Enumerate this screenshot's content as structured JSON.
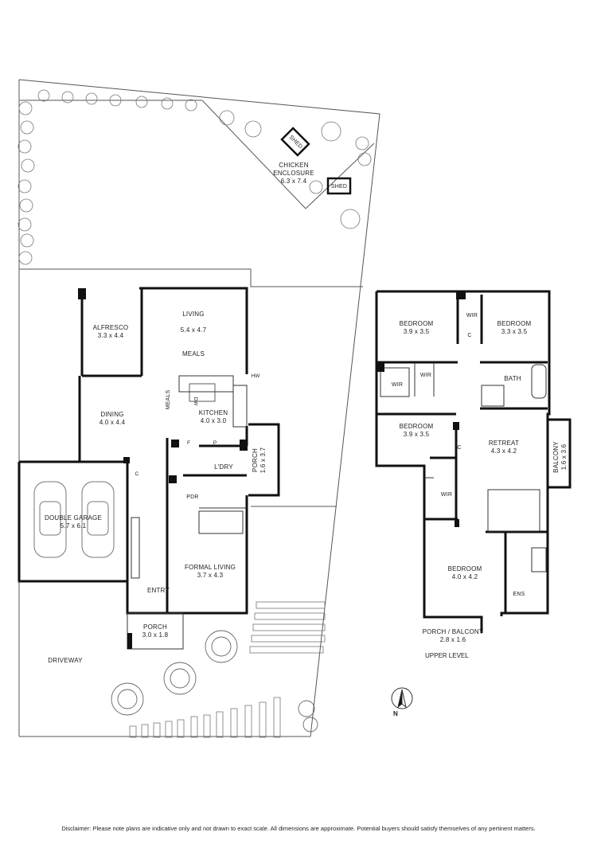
{
  "ground": {
    "chicken_enclosure": {
      "name": "CHICKEN\nENCLOSURE",
      "dim": "6.3 x 7.4"
    },
    "shed_label": "SHED",
    "alfresco": {
      "name": "ALFRESCO",
      "dim": "3.3 x 4.4"
    },
    "living": {
      "name": "LIVING",
      "dim": "5.4 x 4.7"
    },
    "meals_label": "MEALS",
    "meals_island_label": "MEALS",
    "dining": {
      "name": "DINING",
      "dim": "4.0 x 4.4"
    },
    "kitchen": {
      "name": "KITCHEN",
      "dim": "4.0 x 3.0"
    },
    "porch_side": {
      "name": "PORCH",
      "dim": "1.6 x 3.7"
    },
    "laundry_label": "L'DRY",
    "powder_label": "PDR",
    "double_garage": {
      "name": "DOUBLE GARAGE",
      "dim": "5.7 x 6.1"
    },
    "formal_living": {
      "name": "FORMAL LIVING",
      "dim": "3.7 x 4.3"
    },
    "entry_label": "ENTRY",
    "porch_front": {
      "name": "PORCH",
      "dim": "3.0 x 1.8"
    },
    "driveway_label": "DRIVEWAY",
    "tags": {
      "hw": "HW",
      "dw": "DW",
      "f": "F",
      "p": "P",
      "c": "C"
    }
  },
  "upper": {
    "bedroom_nw": {
      "name": "BEDROOM",
      "dim": "3.9 x 3.5"
    },
    "bedroom_ne": {
      "name": "BEDROOM",
      "dim": "3.3 x 3.5"
    },
    "bedroom_w": {
      "name": "BEDROOM",
      "dim": "3.9 x 3.5"
    },
    "bedroom_main": {
      "name": "BEDROOM",
      "dim": "4.0 x 4.2"
    },
    "bath_label": "BATH",
    "retreat": {
      "name": "RETREAT",
      "dim": "4.3 x 4.2"
    },
    "balcony_side": {
      "name": "BALCONY",
      "dim": "1.6 x 3.6"
    },
    "porch_balcony": {
      "name": "PORCH / BALCONY",
      "dim": "2.8 x 1.6"
    },
    "ens_label": "ENS",
    "wir_label": "WIR",
    "c_label": "C",
    "level_label": "UPPER LEVEL"
  },
  "compass_label": "N",
  "disclaimer": "Disclaimer: Please note plans are indicative only and not drawn to exact scale. All dimensions are approximate. Potential buyers should satisfy themselves of any pertinent matters."
}
